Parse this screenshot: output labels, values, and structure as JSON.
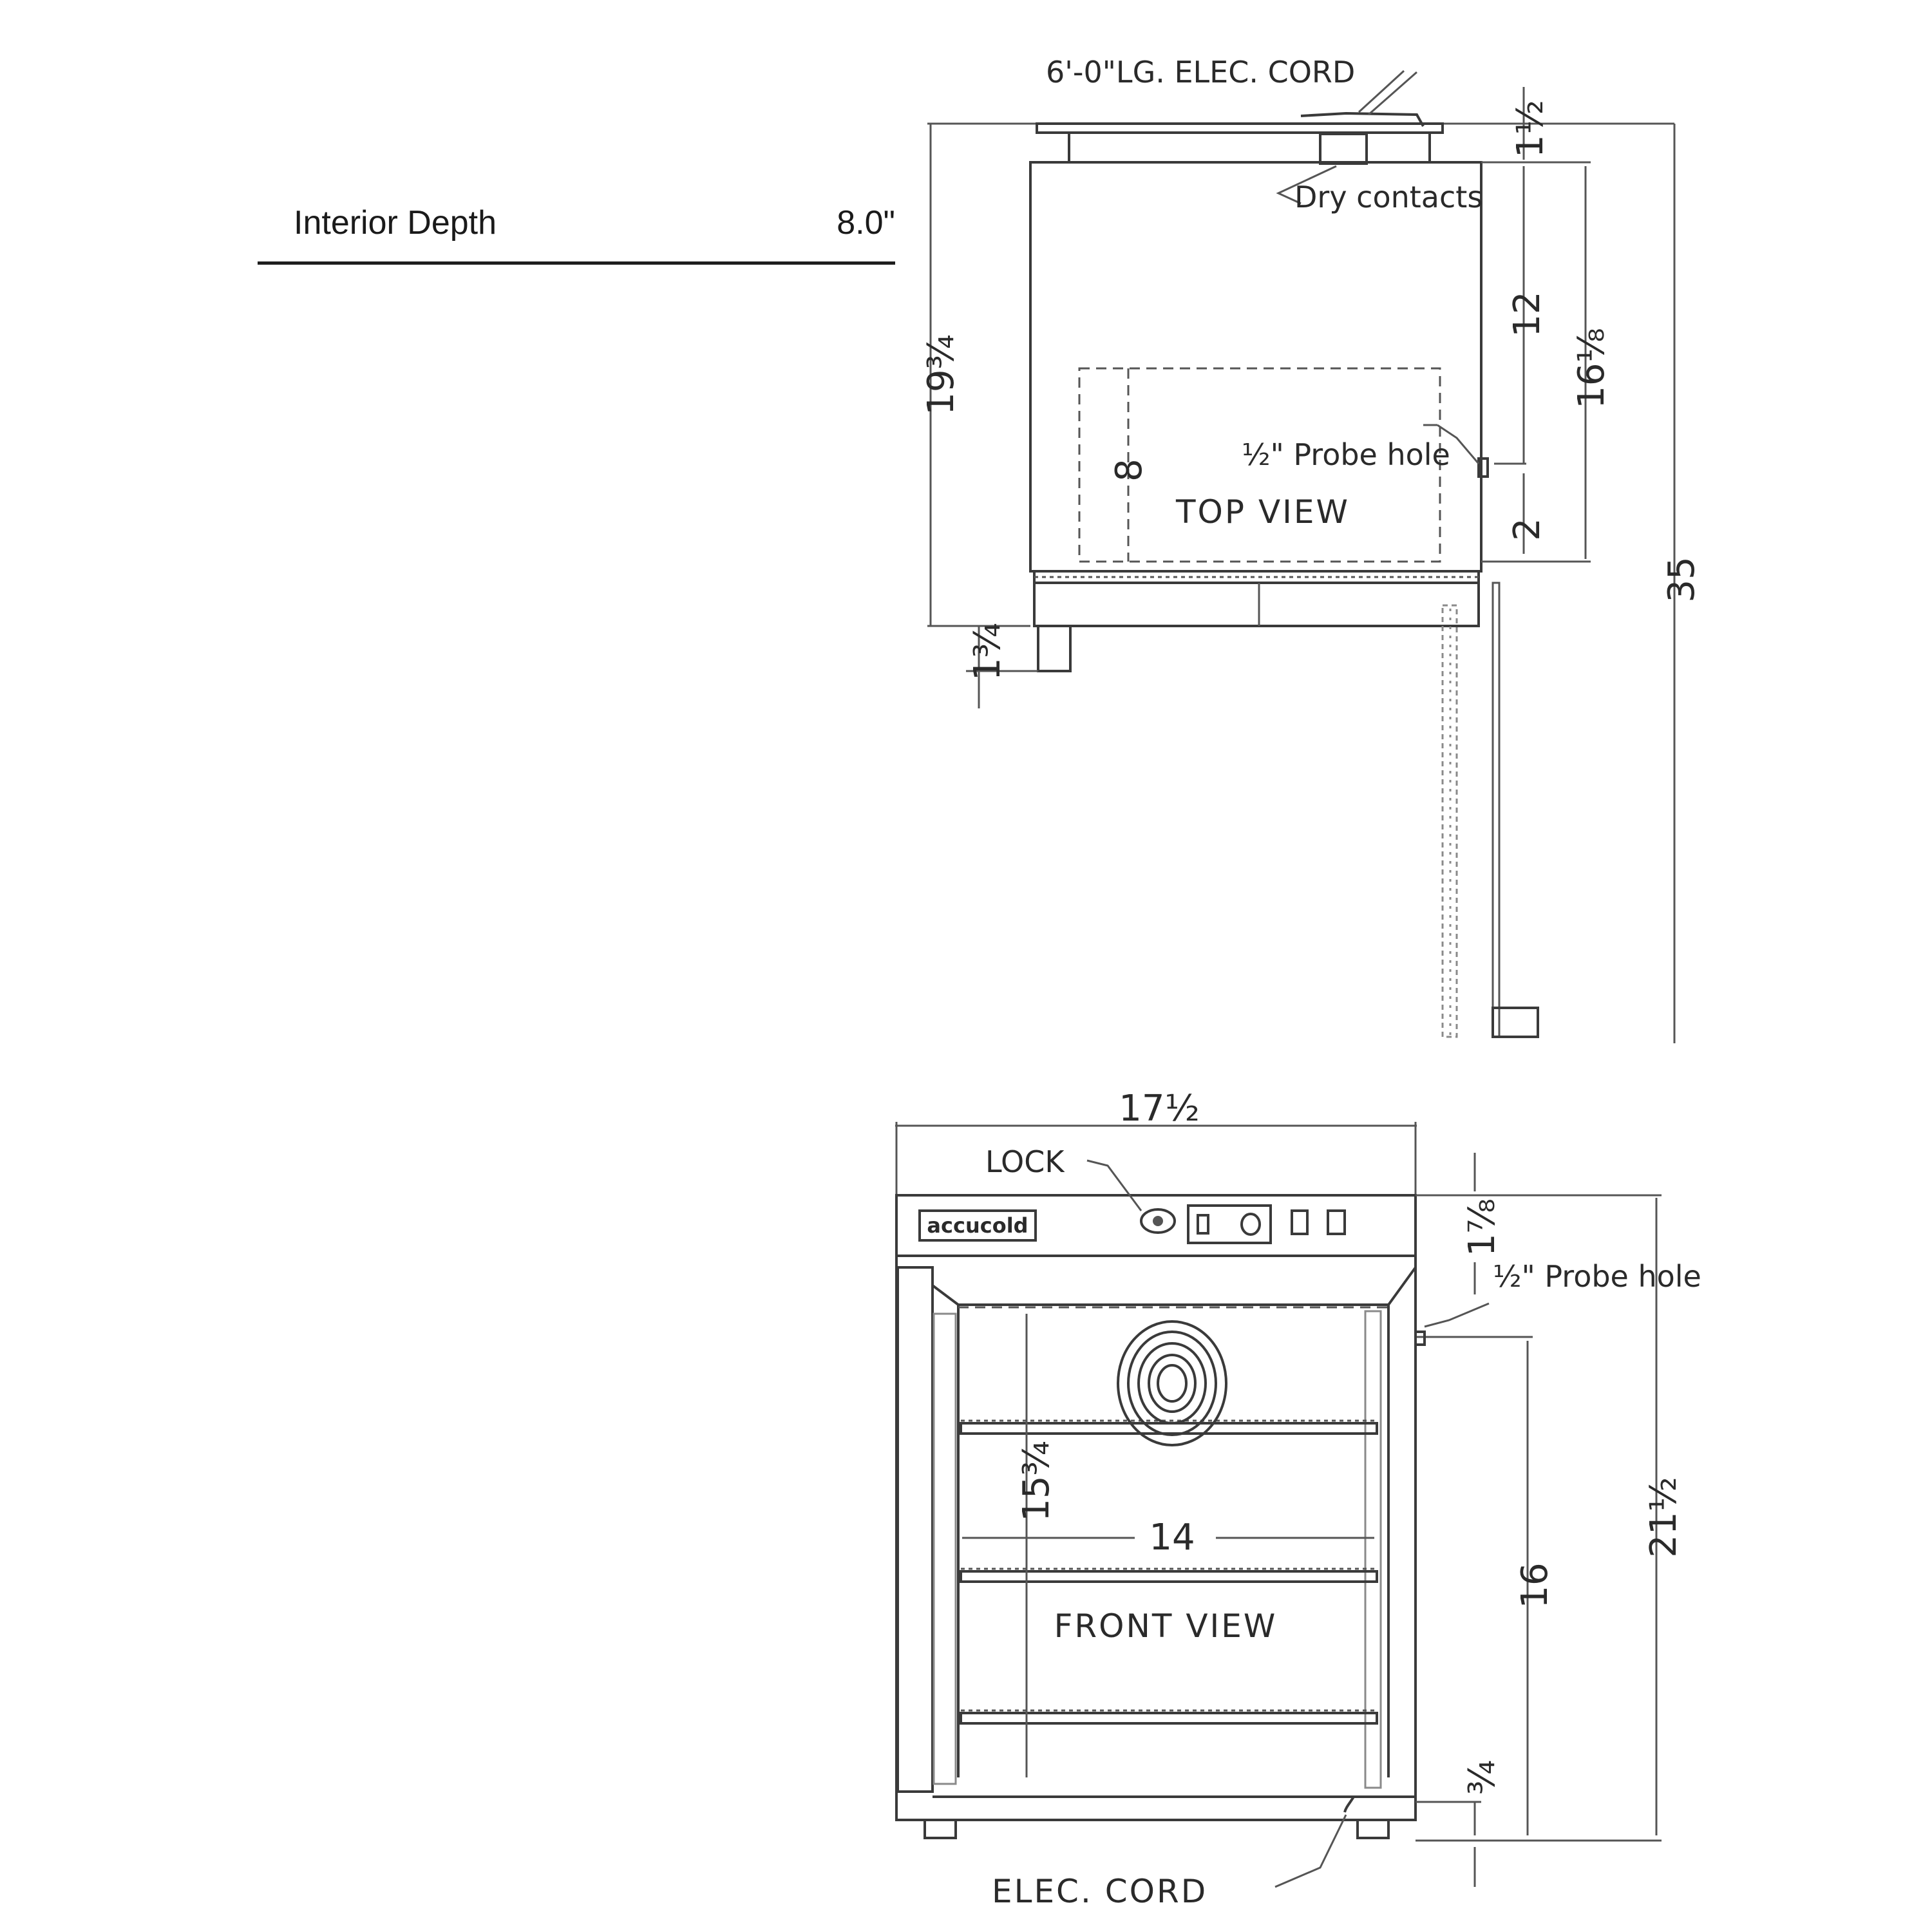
{
  "spec_table": {
    "label": "Interior Depth",
    "value": "8.0\""
  },
  "top_view": {
    "title": "TOP VIEW",
    "cord_label": "6'-0\"LG. ELEC. CORD",
    "dry_contacts_label": "Dry contacts",
    "probe_hole_label": "½\" Probe hole",
    "dim_overall_depth": "19¾",
    "dim_top_offset": "1½",
    "dim_twelve": "12",
    "dim_body_depth": "16⅛",
    "dim_interior": "8",
    "dim_probe_offset": "2",
    "dim_bottom_offset": "1¾",
    "dim_door_swing": "35"
  },
  "front_view": {
    "title": "FRONT VIEW",
    "lock_label": "LOCK",
    "brand_label": "accucold",
    "elec_cord_label": "ELEC. CORD",
    "probe_hole_label": "½\" Probe hole",
    "dim_width": "17½",
    "dim_interior_width": "14",
    "dim_interior_height": "15¾",
    "dim_top_strip": "1⅞",
    "dim_probe_height": "16",
    "dim_leg": "¾",
    "dim_overall_height": "21½"
  }
}
